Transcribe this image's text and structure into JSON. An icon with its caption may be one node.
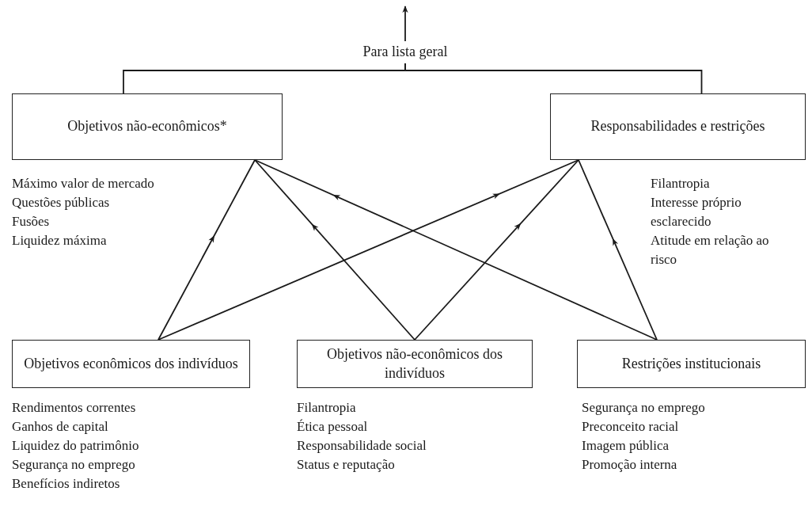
{
  "diagram": {
    "nodes": [
      {
        "text": [
          "Objetivos não-econômicos*"
        ],
        "beside": [
          "Máximo valor de mercado",
          "Questões públicas",
          "Fusões",
          "Liquidez máxima"
        ]
      },
      {
        "text": [
          "Responsabilidades e restrições"
        ],
        "beside": [
          "Filantropia",
          "Interesse próprio esclarecido",
          "Atitude em relação ao risco"
        ]
      },
      {
        "text": [
          "Objetivos econômicos dos indivíduos"
        ],
        "beside": [
          "Rendimentos correntes",
          "Ganhos de capital",
          "Liquidez do patrimônio",
          "Segurança no emprego",
          "Benefícios indiretos"
        ]
      },
      {
        "text": [
          "Objetivos não-econômicos dos indivíduos"
        ],
        "beside": [
          "Filantropia",
          "Ética pessoal",
          "Responsabilidade social",
          "Status e reputação"
        ]
      },
      {
        "text": [
          "Restrições institucionais"
        ],
        "beside": [
          "Segurança no emprego",
          "Preconceito racial",
          "Imagem pública",
          "Promoção interna"
        ]
      },
      {
        "text": [
          "Para lista geral"
        ]
      }
    ],
    "edges": [
      {
        "from": 0,
        "to": 5,
        "arrow": "none"
      },
      {
        "from": 1,
        "to": 5,
        "arrow": "none"
      },
      {
        "from": 5,
        "to": null,
        "arrow": "to"
      },
      {
        "from": 2,
        "to": 0,
        "arrow": "to"
      },
      {
        "from": 2,
        "to": 1,
        "arrow": "to"
      },
      {
        "from": 3,
        "to": 0,
        "arrow": "to"
      },
      {
        "from": 3,
        "to": 1,
        "arrow": "to"
      },
      {
        "from": 4,
        "to": 0,
        "arrow": "to"
      },
      {
        "from": 4,
        "to": 1,
        "arrow": "to"
      }
    ]
  }
}
